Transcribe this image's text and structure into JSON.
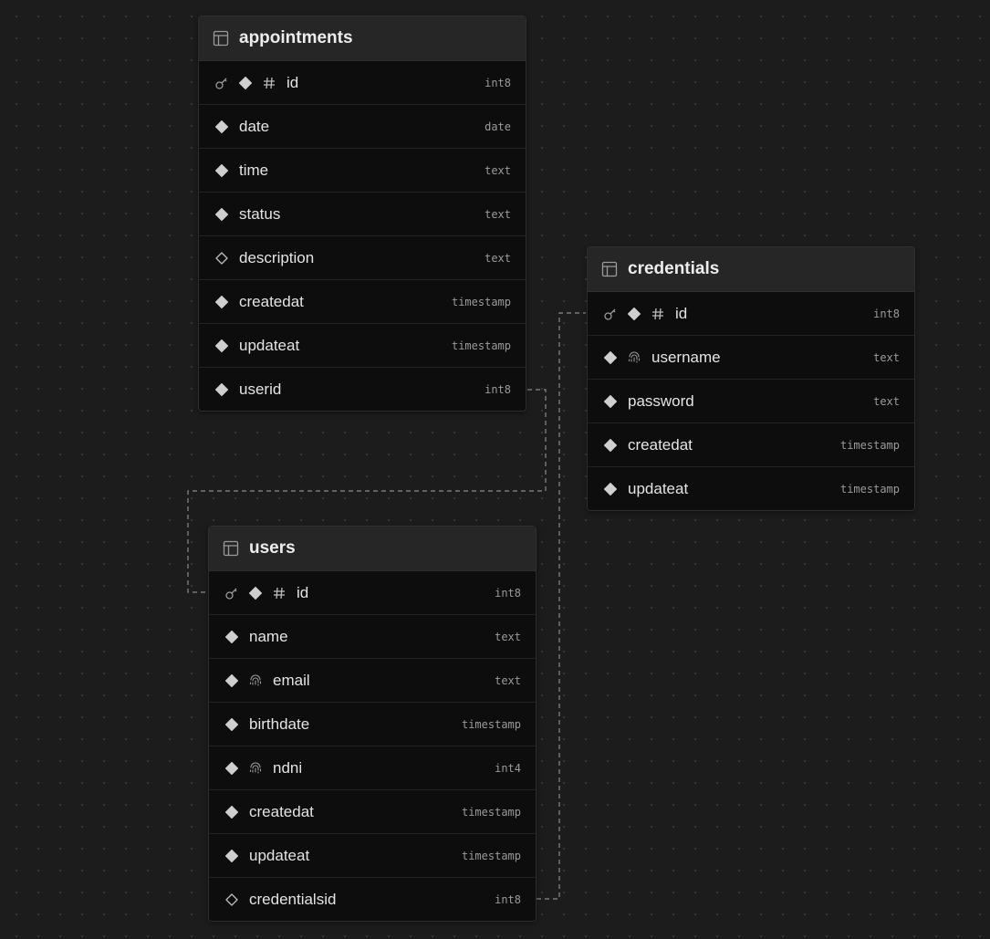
{
  "tables": {
    "appointments": {
      "name": "appointments",
      "columns": [
        {
          "name": "id",
          "type": "int8",
          "icons": [
            "key-icon",
            "nonnull-icon",
            "hash-icon"
          ]
        },
        {
          "name": "date",
          "type": "date",
          "icons": [
            "nonnull-icon"
          ]
        },
        {
          "name": "time",
          "type": "text",
          "icons": [
            "nonnull-icon"
          ]
        },
        {
          "name": "status",
          "type": "text",
          "icons": [
            "nonnull-icon"
          ]
        },
        {
          "name": "description",
          "type": "text",
          "icons": [
            "nullable-icon"
          ]
        },
        {
          "name": "createdat",
          "type": "timestamp",
          "icons": [
            "nonnull-icon"
          ]
        },
        {
          "name": "updateat",
          "type": "timestamp",
          "icons": [
            "nonnull-icon"
          ]
        },
        {
          "name": "userid",
          "type": "int8",
          "icons": [
            "nonnull-icon"
          ]
        }
      ]
    },
    "credentials": {
      "name": "credentials",
      "columns": [
        {
          "name": "id",
          "type": "int8",
          "icons": [
            "key-icon",
            "nonnull-icon",
            "hash-icon"
          ]
        },
        {
          "name": "username",
          "type": "text",
          "icons": [
            "nonnull-icon",
            "unique-icon"
          ]
        },
        {
          "name": "password",
          "type": "text",
          "icons": [
            "nonnull-icon"
          ]
        },
        {
          "name": "createdat",
          "type": "timestamp",
          "icons": [
            "nonnull-icon"
          ]
        },
        {
          "name": "updateat",
          "type": "timestamp",
          "icons": [
            "nonnull-icon"
          ]
        }
      ]
    },
    "users": {
      "name": "users",
      "columns": [
        {
          "name": "id",
          "type": "int8",
          "icons": [
            "key-icon",
            "nonnull-icon",
            "hash-icon"
          ]
        },
        {
          "name": "name",
          "type": "text",
          "icons": [
            "nonnull-icon"
          ]
        },
        {
          "name": "email",
          "type": "text",
          "icons": [
            "nonnull-icon",
            "unique-icon"
          ]
        },
        {
          "name": "birthdate",
          "type": "timestamp",
          "icons": [
            "nonnull-icon"
          ]
        },
        {
          "name": "ndni",
          "type": "int4",
          "icons": [
            "nonnull-icon",
            "unique-icon"
          ]
        },
        {
          "name": "createdat",
          "type": "timestamp",
          "icons": [
            "nonnull-icon"
          ]
        },
        {
          "name": "updateat",
          "type": "timestamp",
          "icons": [
            "nonnull-icon"
          ]
        },
        {
          "name": "credentialsid",
          "type": "int8",
          "icons": [
            "nullable-icon"
          ]
        }
      ]
    }
  },
  "relations": [
    {
      "from": "appointments.userid",
      "to": "users.id"
    },
    {
      "from": "users.credentialsid",
      "to": "credentials.id"
    }
  ],
  "colors": {
    "canvas": "#1c1c1c",
    "header": "#262626",
    "body": "#0d0d0d",
    "text": "#e4e4e4",
    "type_text": "#9a9a9a",
    "connector": "#8a8a8a"
  }
}
